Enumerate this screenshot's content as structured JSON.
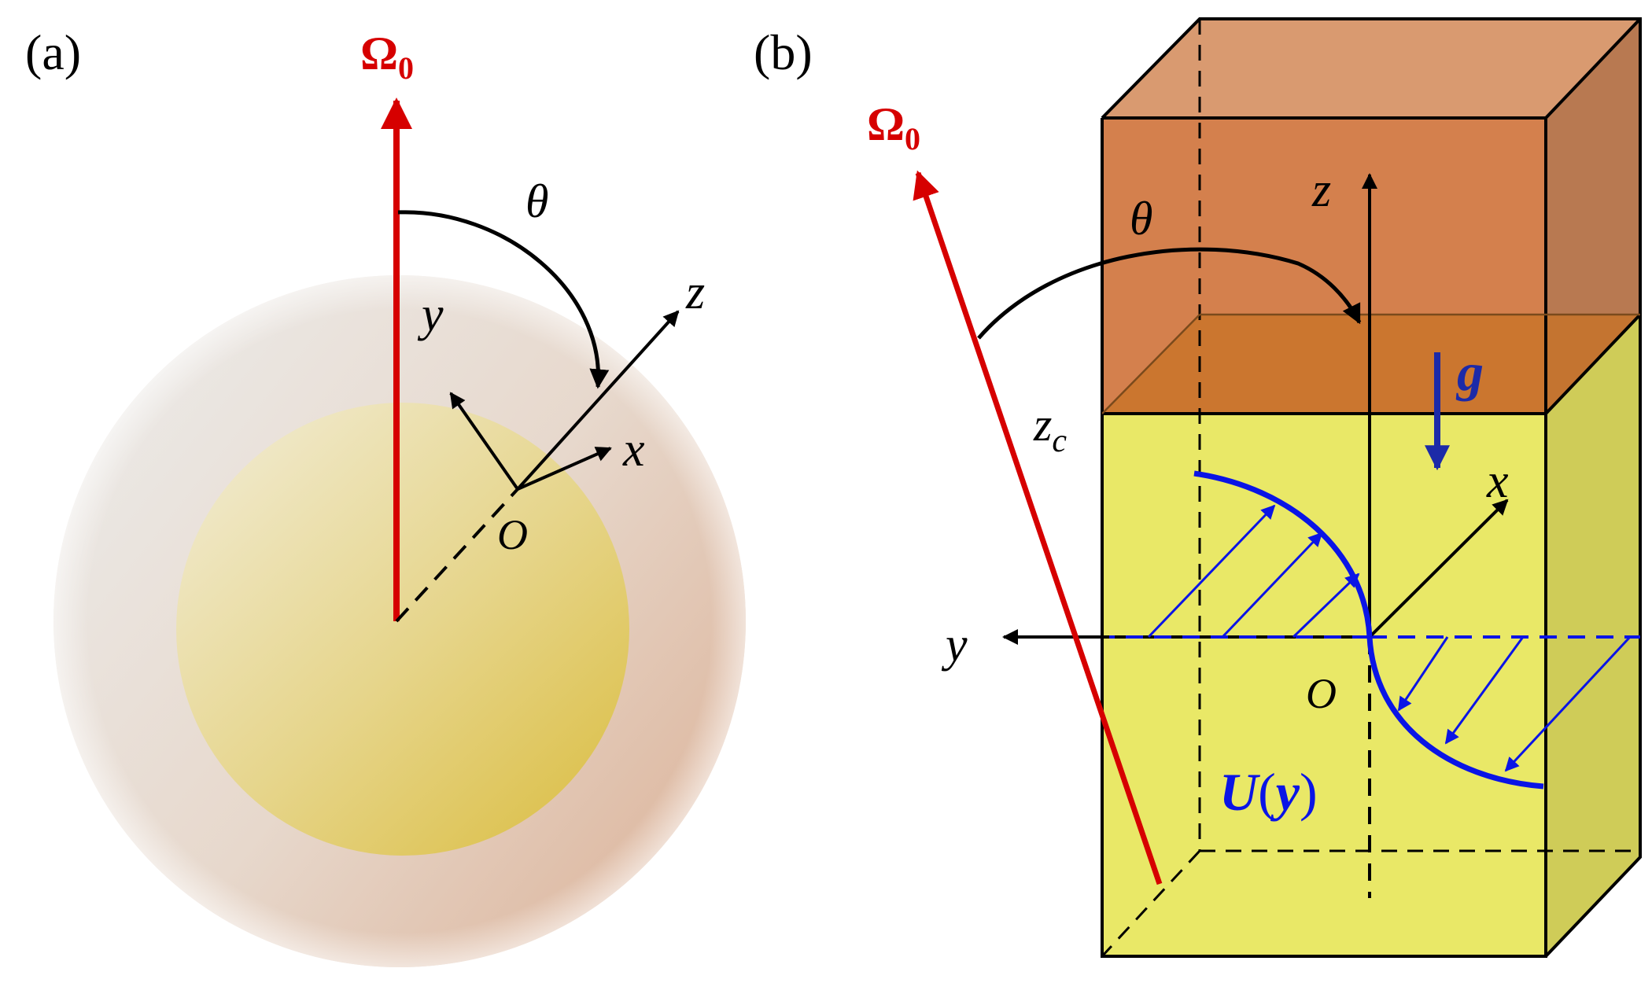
{
  "panel_a": {
    "label": "(a)",
    "omega": {
      "main": "Ω",
      "sub": "0"
    },
    "theta": "θ",
    "axis_x": "x",
    "axis_y": "y",
    "axis_z": "z",
    "origin": "O"
  },
  "panel_b": {
    "label": "(b)",
    "omega": {
      "main": "Ω",
      "sub": "0"
    },
    "theta": "θ",
    "axis_x": "x",
    "axis_y": "y",
    "axis_z": "z",
    "origin": "O",
    "zc": {
      "main": "z",
      "sub": "c"
    },
    "gravity": "g",
    "velocity": {
      "u": "U",
      "open": "(",
      "y": "y",
      "close": ")"
    }
  },
  "colors": {
    "omega_red": "#d60000",
    "velocity_blue": "#0a14e6",
    "gravity_blue": "#1c2aa8",
    "upper_layer": "#d4804a",
    "lower_layer": "#e8e866",
    "core": "#e2cf6a",
    "shell": "#dcc2ae"
  }
}
